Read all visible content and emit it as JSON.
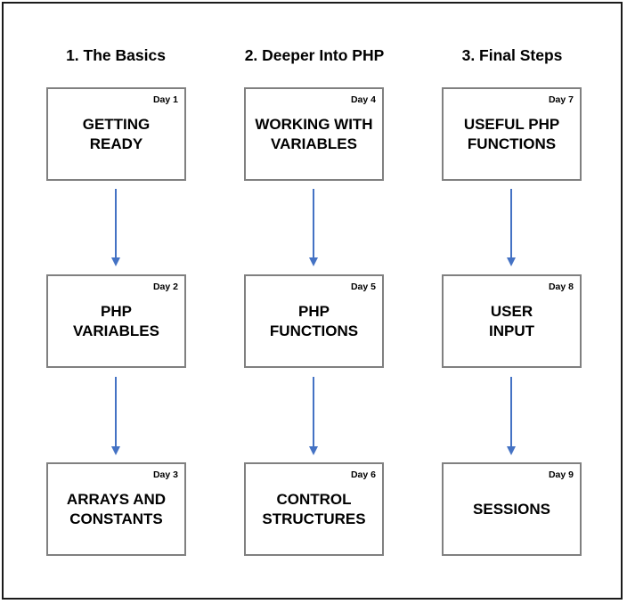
{
  "columns": [
    {
      "title": "1. The Basics",
      "steps": [
        {
          "day": "Day 1",
          "label": "GETTING\nREADY"
        },
        {
          "day": "Day 2",
          "label": "PHP\nVARIABLES"
        },
        {
          "day": "Day 3",
          "label": "ARRAYS AND\nCONSTANTS"
        }
      ]
    },
    {
      "title": "2. Deeper Into PHP",
      "steps": [
        {
          "day": "Day 4",
          "label": "WORKING WITH\nVARIABLES"
        },
        {
          "day": "Day 5",
          "label": "PHP\nFUNCTIONS"
        },
        {
          "day": "Day 6",
          "label": "CONTROL\nSTRUCTURES"
        }
      ]
    },
    {
      "title": "3. Final Steps",
      "steps": [
        {
          "day": "Day 7",
          "label": "USEFUL PHP\nFUNCTIONS"
        },
        {
          "day": "Day 8",
          "label": "USER\nINPUT"
        },
        {
          "day": "Day 9",
          "label": "SESSIONS"
        }
      ]
    }
  ],
  "colors": {
    "arrow": "#4472C4",
    "box_border": "#808080",
    "frame_border": "#1a1a1a"
  }
}
